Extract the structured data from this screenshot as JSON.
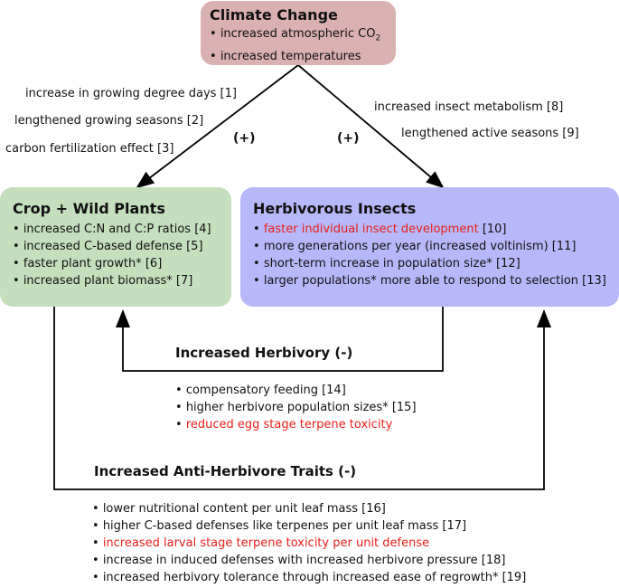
{
  "colors": {
    "climate_fill": "#d9b1b1",
    "plants_fill": "#c3dfbd",
    "insects_fill": "#b7b8f9",
    "highlight_red": "#e8211c",
    "line": "#000000"
  },
  "climate": {
    "title": "Climate Change",
    "items": [
      "increased atmospheric CO",
      "increased temperatures"
    ],
    "co2_subscript": "2"
  },
  "left_arrow_labels": [
    "increase in growing degree days [1]",
    "lengthened growing seasons [2]",
    "carbon fertilization effect [3]"
  ],
  "right_arrow_labels": [
    "increased insect metabolism [8]",
    "lengthened active seasons [9]"
  ],
  "plus_left": "(+)",
  "plus_right": "(+)",
  "plants": {
    "title": "Crop + Wild Plants",
    "items": [
      "increased C:N and C:P ratios [4]",
      "increased C-based defense [5]",
      "faster plant growth* [6]",
      "increased plant biomass* [7]"
    ]
  },
  "insects": {
    "title": "Herbivorous Insects",
    "item1_red": "faster individual insect development",
    "item1_ref": " [10]",
    "items": [
      "more generations per year (increased voltinism) [11]",
      "short-term increase in population size* [12]",
      "larger populations* more able to respond to selection [13]"
    ]
  },
  "herbivory": {
    "title": "Increased Herbivory (-)",
    "items": [
      "compensatory feeding [14]",
      "higher herbivore population sizes* [15]"
    ],
    "item_red": "reduced egg stage terpene toxicity"
  },
  "anti_herbivore": {
    "title": "Increased Anti-Herbivore Traits (-)",
    "items_before": [
      "lower nutritional content per unit leaf mass [16]",
      "higher C-based defenses like terpenes per unit leaf mass [17]"
    ],
    "item_red": "increased larval stage terpene toxicity per unit defense",
    "items_after": [
      "increase in induced defenses with increased herbivore pressure [18]",
      "increased herbivory tolerance through increased ease of regrowth* [19]"
    ]
  }
}
